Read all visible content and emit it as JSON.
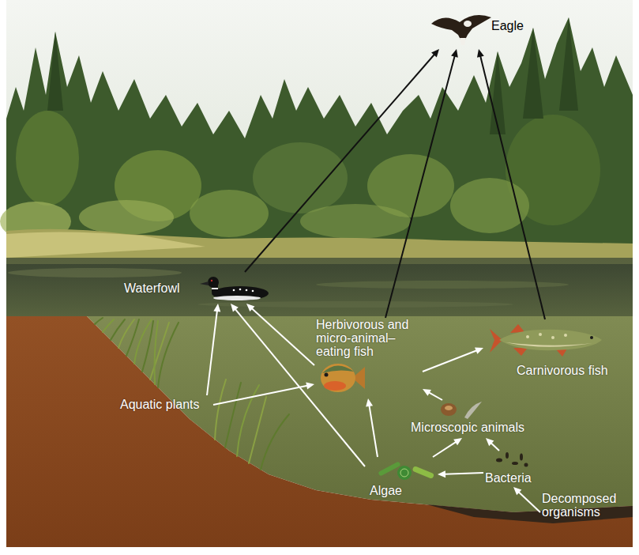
{
  "diagram": {
    "nodes": [
      {
        "text": [
          "Eagle"
        ]
      },
      {
        "text": [
          "Waterfowl"
        ]
      },
      {
        "text": [
          "Herbivorous and micro-animal–eating fish"
        ]
      },
      {
        "text": [
          "Carnivorous fish"
        ]
      },
      {
        "text": [
          "Aquatic plants"
        ]
      },
      {
        "text": [
          "Microscopic animals"
        ]
      },
      {
        "text": [
          "Algae"
        ]
      },
      {
        "text": [
          "Bacteria"
        ]
      },
      {
        "text": [
          "Decomposed organisms"
        ]
      }
    ],
    "edges": [
      {
        "from": 1,
        "to": 0,
        "arrow": "to"
      },
      {
        "from": 2,
        "to": 0,
        "arrow": "to"
      },
      {
        "from": 3,
        "to": 0,
        "arrow": "to"
      },
      {
        "from": 4,
        "to": 1,
        "arrow": "to"
      },
      {
        "from": 6,
        "to": 1,
        "arrow": "to"
      },
      {
        "from": 2,
        "to": 1,
        "arrow": "to"
      },
      {
        "from": 4,
        "to": 2,
        "arrow": "to"
      },
      {
        "from": 2,
        "to": 3,
        "arrow": "to"
      },
      {
        "from": 5,
        "to": 2,
        "arrow": "to"
      },
      {
        "from": 6,
        "to": 2,
        "arrow": "to"
      },
      {
        "from": 6,
        "to": 5,
        "arrow": "to"
      },
      {
        "from": 7,
        "to": 5,
        "arrow": "to"
      },
      {
        "from": 7,
        "to": 6,
        "arrow": "to"
      },
      {
        "from": 8,
        "to": 7,
        "arrow": "to"
      }
    ]
  }
}
